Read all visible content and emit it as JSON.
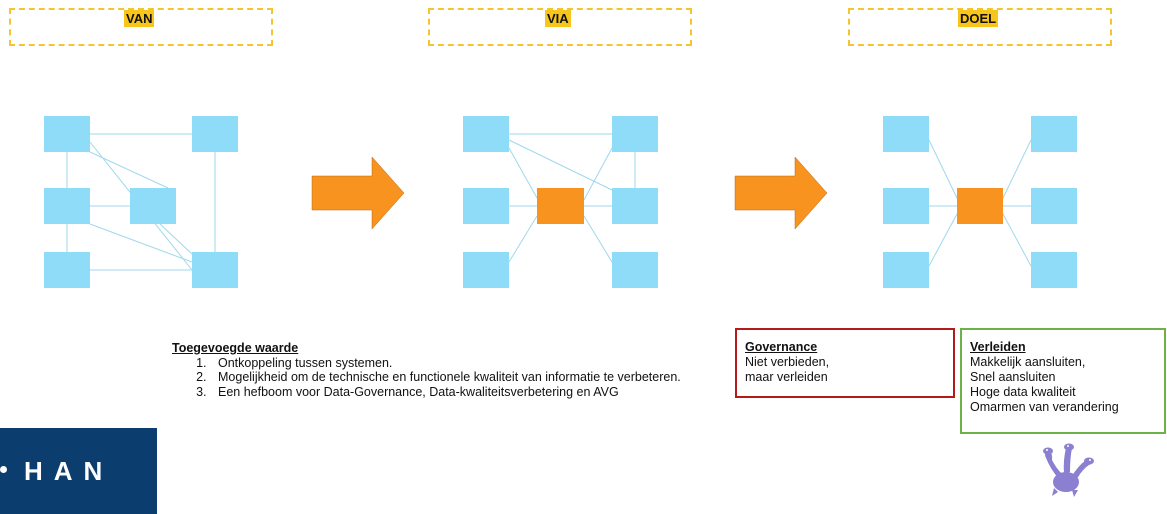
{
  "stages": [
    {
      "label": "VAN"
    },
    {
      "label": "VIA"
    },
    {
      "label": "DOEL"
    }
  ],
  "added_value": {
    "title": "Toegevoegde waarde",
    "items": [
      "Ontkoppeling tussen systemen.",
      "Mogelijkheid om de technische en functionele kwaliteit van informatie te verbeteren.",
      "Een hefboom voor Data-Governance, Data-kwaliteitsverbetering en AVG"
    ]
  },
  "governance": {
    "title": "Governance",
    "lines": [
      "Niet verbieden,",
      "maar verleiden"
    ]
  },
  "verleiden": {
    "title": "Verleiden",
    "lines": [
      "Makkelijk aansluiten,",
      "Snel aansluiten",
      "Hoge data kwaliteit",
      "Omarmen van verandering"
    ]
  },
  "logo": {
    "text": "HAN"
  },
  "colors": {
    "node": "#8edcf7",
    "hub": "#f7931e",
    "arrow": "#f7931e",
    "line": "#9fd8ec",
    "stage_border": "#f5c531",
    "stage_label_bg": "#f8c51b",
    "governance_border": "#b31b1b",
    "verleiden_border": "#6eb04a",
    "logo_bg": "#0b3d6e",
    "mascot": "#8a7fd0"
  },
  "icons": {
    "mascot": "hydra-mascot-icon"
  }
}
